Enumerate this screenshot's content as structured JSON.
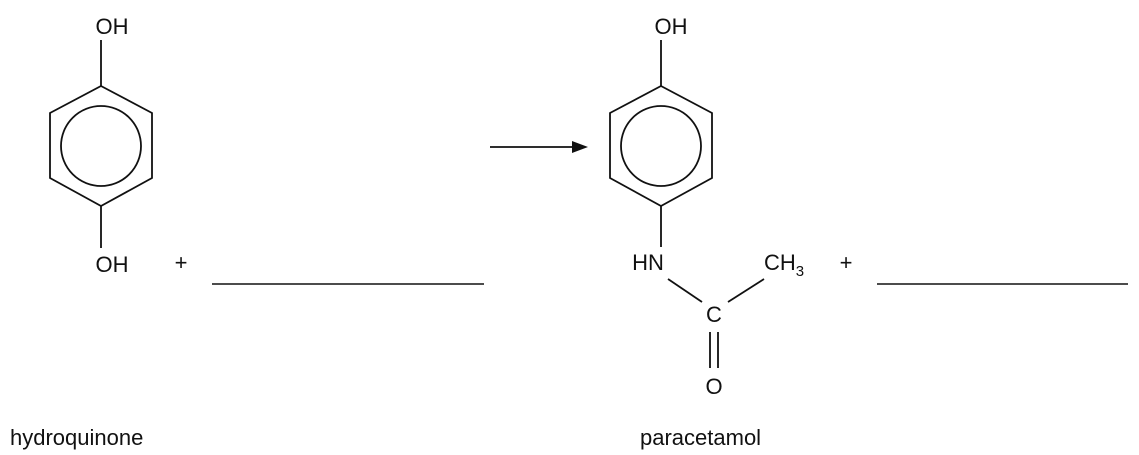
{
  "reaction": {
    "reactant": {
      "top_group": "OH",
      "bottom_group": "OH",
      "name": "hydroquinone"
    },
    "plus_left": "+",
    "product": {
      "top_group": "OH",
      "nh_group": "HN",
      "methyl_main": "CH",
      "methyl_sub": "3",
      "carbonyl_c": "C",
      "carbonyl_o": "O",
      "name": "paracetamol"
    },
    "plus_right": "+"
  },
  "colors": {
    "ink": "#111111",
    "background": "#ffffff"
  }
}
